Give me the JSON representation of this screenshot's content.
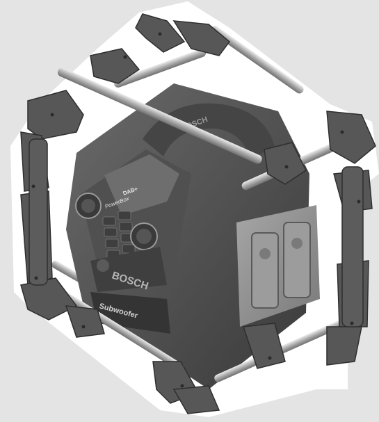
{
  "product": {
    "brand": "BOSCH",
    "model_label": "PowerBox",
    "band_label": "DAB+",
    "subwoofer_label": "Subwoofer"
  },
  "colors": {
    "background": "#e4e4e4",
    "frame_rubber": "#5a5a5a",
    "frame_rubber_dark": "#3c3c3c",
    "rail_metal": "#b8b8b8",
    "body_dark": "#4a4a4a",
    "outlet_panel": "#8a8a8a"
  },
  "icons": [
    "radio-icon",
    "power-icon",
    "socket-icon"
  ]
}
